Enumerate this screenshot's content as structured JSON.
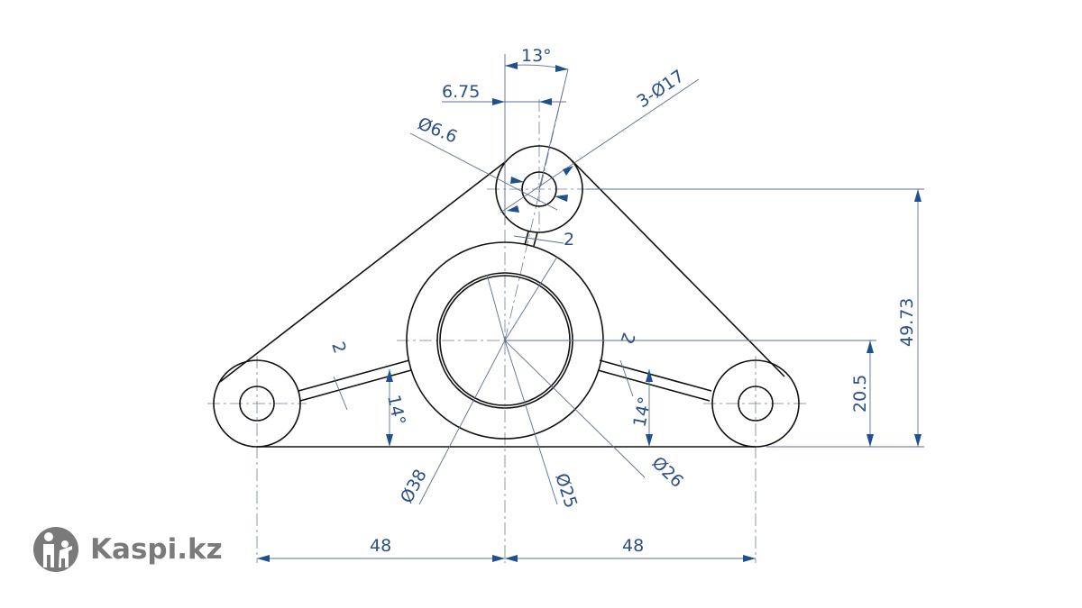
{
  "drawing": {
    "dimensions": {
      "angle_top": "13°",
      "offset_top": "6.75",
      "hole_small": "Ø6.6",
      "lug_dia": "3-Ø17",
      "rib_top": "2",
      "rib_left": "2",
      "rib_right": "2",
      "angle_left": "14°",
      "angle_right": "14°",
      "height_total": "49.73",
      "height_center": "20.5",
      "dia_outer": "Ø38",
      "dia_bore": "Ø25",
      "dia_ring": "Ø26",
      "width_left": "48",
      "width_right": "48"
    },
    "colors": {
      "line": "#111111",
      "dimension": "#1f4f8f"
    }
  },
  "watermark": {
    "text": "Kaspi.kz"
  }
}
